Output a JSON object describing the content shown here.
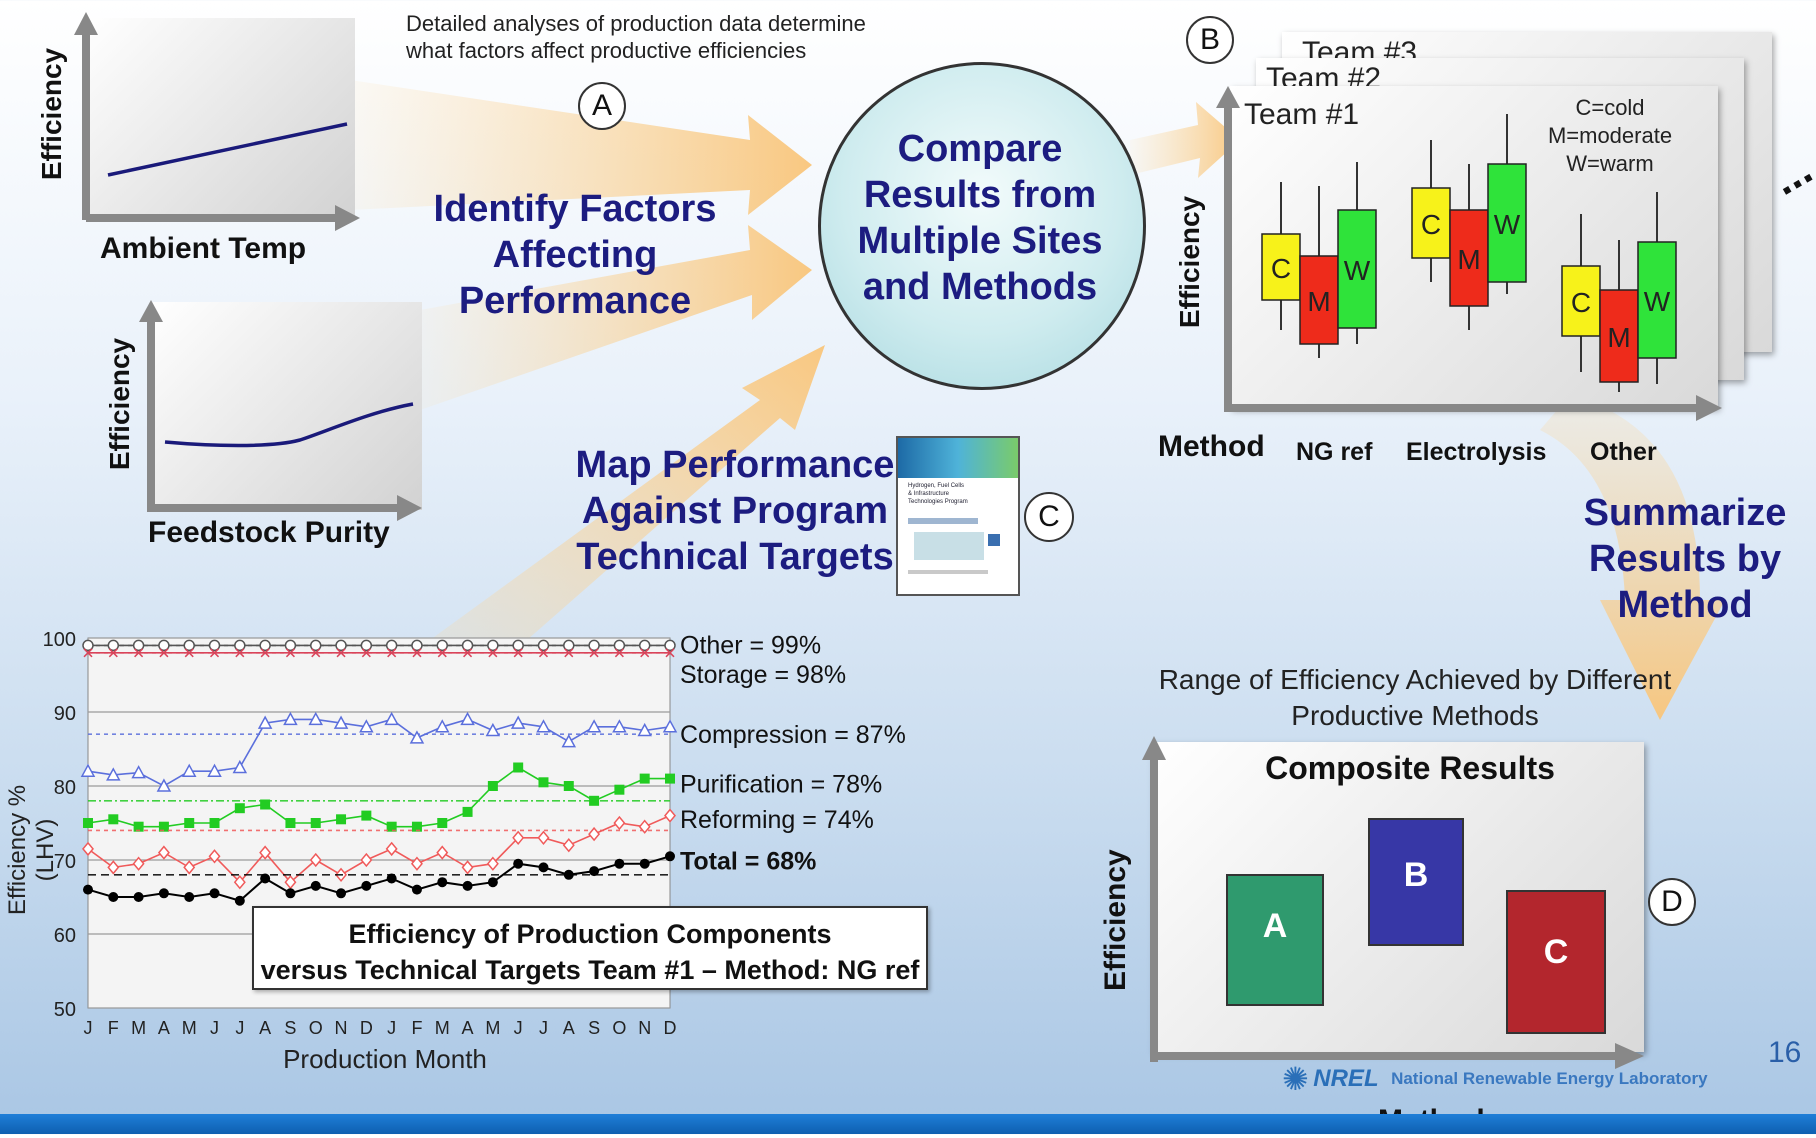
{
  "intro_text": [
    "Detailed analyses of production data determine",
    "what factors affect productive efficiencies"
  ],
  "markers": {
    "a": "A",
    "b": "B",
    "c": "C",
    "d": "D"
  },
  "identify_label": [
    "Identify Factors",
    "Affecting",
    "Performance"
  ],
  "compare_label": [
    "Compare",
    "Results from",
    "Multiple Sites",
    "and Methods"
  ],
  "map_label": [
    "Map Performance",
    "Against Program",
    "Technical Targets"
  ],
  "summarize_label": [
    "Summarize",
    "Results by",
    "Method"
  ],
  "small_chart_1": {
    "ylabel": "Efficiency",
    "xlabel": "Ambient Temp"
  },
  "small_chart_2": {
    "ylabel": "Efficiency",
    "xlabel": "Feedstock Purity"
  },
  "team_panel": {
    "teams": [
      "Team #3",
      "Team #2",
      "Team #1"
    ],
    "legend": [
      "C=cold",
      "M=moderate",
      "W=warm"
    ],
    "ylabel": "Efficiency",
    "xlabel": "Method",
    "methods": [
      "NG ref",
      "Electrolysis",
      "Other"
    ],
    "box_letters": [
      "C",
      "M",
      "W"
    ],
    "colors": {
      "C": "#f7f21a",
      "M": "#ee2b1b",
      "W": "#2fe33a"
    },
    "ellipsis": "..."
  },
  "composite": {
    "caption": [
      "Range of Efficiency Achieved by Different",
      "Productive Methods"
    ],
    "title": "Composite Results",
    "ylabel": "Efficiency",
    "xlabel": "Method",
    "boxes": [
      {
        "label": "A",
        "color": "#2f9a6e"
      },
      {
        "label": "B",
        "color": "#3737a6"
      },
      {
        "label": "C",
        "color": "#b3262d"
      }
    ]
  },
  "report_thumb_lines": [
    "Hydrogen, Fuel Cells",
    "& Infrastructure",
    "Technologies Program"
  ],
  "footer": {
    "org": "NREL",
    "name": "National Renewable Energy Laboratory",
    "page": "16"
  },
  "chart_data": {
    "type": "line",
    "title": "Efficiency of Production Components versus Technical Targets Team #1 – Method: NG ref",
    "title_lines": [
      "Efficiency of Production Components",
      "versus Technical Targets Team #1 – Method: NG ref"
    ],
    "xlabel": "Production Month",
    "ylabel": "Efficiency % (LHV)",
    "ylim": [
      50,
      100
    ],
    "yticks": [
      50,
      60,
      70,
      80,
      90,
      100
    ],
    "categories": [
      "J",
      "F",
      "M",
      "A",
      "M",
      "J",
      "J",
      "A",
      "S",
      "O",
      "N",
      "D",
      "J",
      "F",
      "M",
      "A",
      "M",
      "J",
      "J",
      "A",
      "S",
      "O",
      "N",
      "D"
    ],
    "grid": true,
    "series": [
      {
        "name": "Other",
        "color": "#555555",
        "marker": "circle-open",
        "target": 99,
        "target_label": "Other = 99%",
        "values": [
          99,
          99,
          99,
          99,
          99,
          99,
          99,
          99,
          99,
          99,
          99,
          99,
          99,
          99,
          99,
          99,
          99,
          99,
          99,
          99,
          99,
          99,
          99,
          99
        ]
      },
      {
        "name": "Storage",
        "color": "#d9445a",
        "marker": "x",
        "target": 98,
        "target_label": "Storage = 98%",
        "values": [
          98,
          98,
          98,
          98,
          98,
          98,
          98,
          98,
          98,
          98,
          98,
          98,
          98,
          98,
          98,
          98,
          98,
          98,
          98,
          98,
          98,
          98,
          98,
          98
        ]
      },
      {
        "name": "Compression",
        "color": "#5b6fdc",
        "marker": "triangle-open",
        "target": 87,
        "target_label": "Compression = 87%",
        "values": [
          82,
          81.5,
          81.8,
          80,
          82,
          82,
          82.5,
          88.5,
          89,
          89,
          88.5,
          88,
          89,
          86.5,
          88,
          89,
          87.5,
          88.5,
          88,
          86,
          88,
          88,
          87.5,
          88
        ]
      },
      {
        "name": "Purification",
        "color": "#22cc22",
        "marker": "square",
        "target": 78,
        "target_label": "Purification = 78%",
        "values": [
          75,
          75.5,
          74.5,
          74.5,
          75,
          75,
          77,
          77.5,
          75,
          75,
          75.5,
          76,
          74.5,
          74.5,
          75,
          76.5,
          80,
          82.5,
          80.5,
          80,
          78,
          79.5,
          81,
          81
        ]
      },
      {
        "name": "Reforming",
        "color": "#f05a5a",
        "marker": "diamond-open",
        "target": 74,
        "target_label": "Reforming = 74%",
        "values": [
          71.5,
          69,
          69.5,
          71,
          69,
          70.5,
          67,
          71,
          67,
          70,
          68,
          70,
          71.5,
          69.5,
          71,
          69,
          69.5,
          73,
          73,
          72,
          73.5,
          75,
          74.5,
          76
        ]
      },
      {
        "name": "Total",
        "color": "#000000",
        "marker": "circle",
        "target": 68,
        "target_label": "Total = 68%",
        "values": [
          66,
          65,
          65,
          65.5,
          65,
          65.5,
          64.5,
          67.5,
          65.5,
          66.5,
          65.5,
          66.5,
          67.5,
          66,
          67,
          66.5,
          67,
          69.5,
          69,
          68,
          68.5,
          69.5,
          69.5,
          70.5
        ]
      }
    ]
  }
}
